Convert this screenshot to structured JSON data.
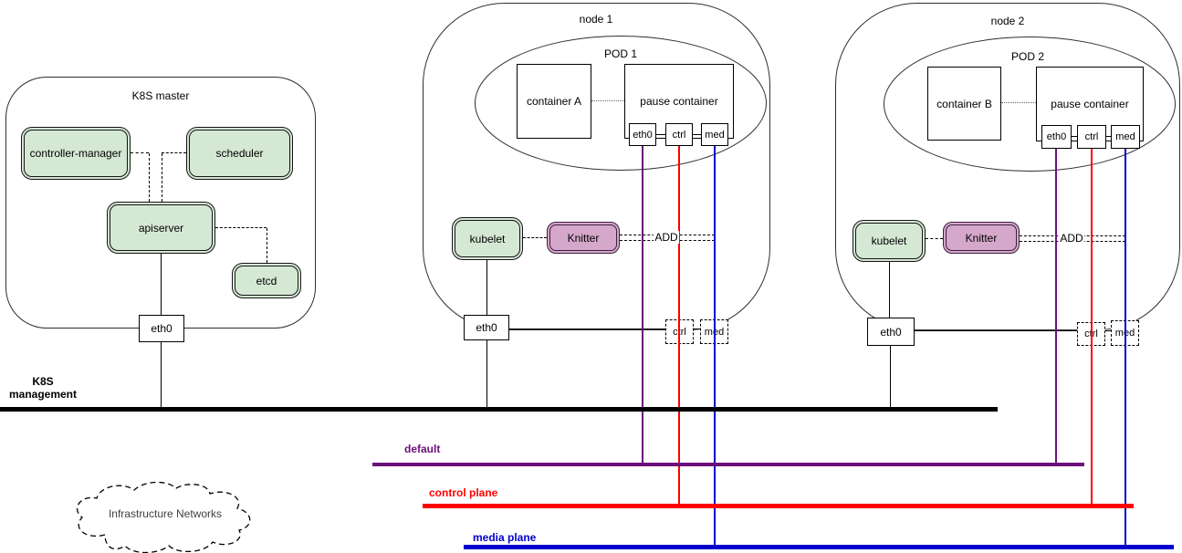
{
  "master": {
    "title": "K8S master",
    "components": {
      "controller_manager": "controller-manager",
      "scheduler": "scheduler",
      "apiserver": "apiserver",
      "etcd": "etcd"
    },
    "eth0": "eth0"
  },
  "nodes": [
    {
      "title": "node 1",
      "pod": {
        "title": "POD 1",
        "container": "container A",
        "pause": "pause container",
        "interfaces": [
          "eth0",
          "ctrl",
          "med"
        ]
      },
      "kubelet": "kubelet",
      "knitter": "Knitter",
      "add_label": "ADD",
      "eth0": "eth0",
      "host_interfaces": [
        "ctrl",
        "med"
      ]
    },
    {
      "title": "node 2",
      "pod": {
        "title": "POD 2",
        "container": "container B",
        "pause": "pause container",
        "interfaces": [
          "eth0",
          "ctrl",
          "med"
        ]
      },
      "kubelet": "kubelet",
      "knitter": "Knitter",
      "add_label": "ADD",
      "eth0": "eth0",
      "host_interfaces": [
        "ctrl",
        "med"
      ]
    }
  ],
  "buses": [
    {
      "label": "K8S management",
      "color": "#000000"
    },
    {
      "label": "default",
      "color": "#6b107b"
    },
    {
      "label": "control plane",
      "color": "#ff0000"
    },
    {
      "label": "media plane",
      "color": "#0000cc"
    }
  ],
  "cloud": {
    "label": "Infrastructure Networks"
  },
  "colors": {
    "component_fill": "#d5e8d4",
    "knitter_fill": "#d5a8cb",
    "management_bus": "#000000",
    "default_bus": "#6b107b",
    "control_bus": "#ff0000",
    "media_bus": "#0000cc"
  }
}
